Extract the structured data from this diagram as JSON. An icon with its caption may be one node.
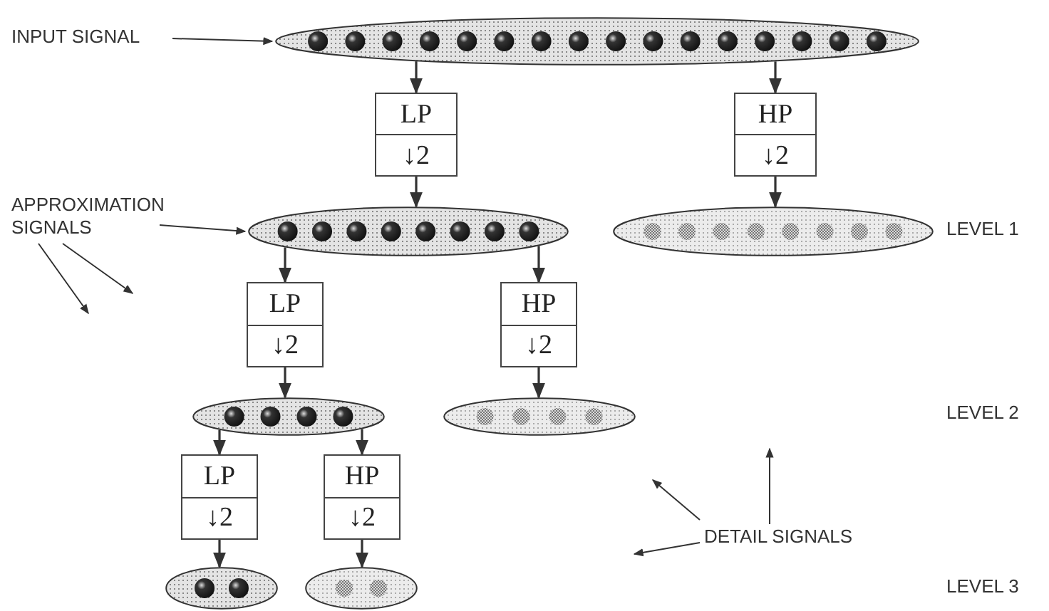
{
  "diagram": {
    "nodes": [
      {
        "text": [
          "INPUT SIGNAL"
        ]
      },
      {
        "text": [],
        "shape": "ellipse"
      },
      {
        "text": [
          "LP",
          "↓2"
        ]
      },
      {
        "text": [
          "HP",
          "↓2"
        ]
      },
      {
        "text": [
          "APPROXIMATION SIGNALS"
        ]
      },
      {
        "text": [],
        "shape": "ellipse"
      },
      {
        "text": [],
        "shape": "ellipse"
      },
      {
        "text": [
          "LP",
          "↓2"
        ]
      },
      {
        "text": [
          "HP",
          "↓2"
        ]
      },
      {
        "text": [],
        "shape": "ellipse"
      },
      {
        "text": [],
        "shape": "ellipse"
      },
      {
        "text": [
          "LP",
          "↓2"
        ]
      },
      {
        "text": [
          "HP",
          "↓2"
        ]
      },
      {
        "text": [],
        "shape": "ellipse"
      },
      {
        "text": [],
        "shape": "ellipse"
      },
      {
        "text": [
          "DETAIL SIGNALS"
        ]
      }
    ],
    "edges": [
      {
        "from": 0,
        "to": 1,
        "arrow": "to"
      },
      {
        "from": 1,
        "to": 2,
        "arrow": "to"
      },
      {
        "from": 2,
        "to": 5,
        "arrow": "to"
      },
      {
        "from": 1,
        "to": 3,
        "arrow": "to"
      },
      {
        "from": 3,
        "to": 6,
        "arrow": "to"
      },
      {
        "from": 4,
        "to": 5,
        "arrow": "to"
      },
      {
        "from": 4,
        "to": null,
        "arrow": "to"
      },
      {
        "from": 4,
        "to": null,
        "arrow": "to"
      },
      {
        "from": 5,
        "to": 7,
        "arrow": "to"
      },
      {
        "from": 7,
        "to": 9,
        "arrow": "to"
      },
      {
        "from": 5,
        "to": 8,
        "arrow": "to"
      },
      {
        "from": 8,
        "to": 10,
        "arrow": "to"
      },
      {
        "from": 9,
        "to": 11,
        "arrow": "to"
      },
      {
        "from": 11,
        "to": 13,
        "arrow": "to"
      },
      {
        "from": 9,
        "to": 12,
        "arrow": "to"
      },
      {
        "from": 12,
        "to": 14,
        "arrow": "to"
      },
      {
        "from": 15,
        "to": null,
        "arrow": "to"
      },
      {
        "from": 15,
        "to": null,
        "arrow": "to"
      },
      {
        "from": 15,
        "to": null,
        "arrow": "to"
      }
    ],
    "labels": [
      "LEVEL 1",
      "LEVEL 2",
      "LEVEL 3"
    ]
  }
}
